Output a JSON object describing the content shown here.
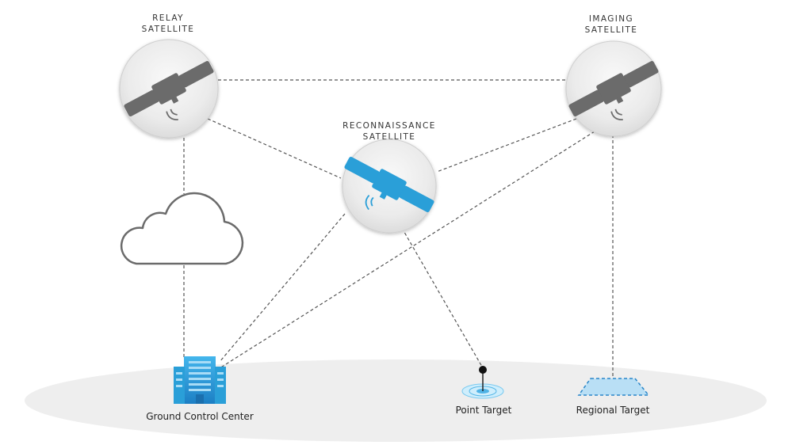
{
  "satellites": {
    "relay": {
      "line1": "RELAY",
      "line2": "SATELLITE"
    },
    "imaging": {
      "line1": "IMAGING",
      "line2": "SATELLITE"
    },
    "reconnaissance": {
      "line1": "RECONNAISSANCE",
      "line2": "SATELLITE"
    }
  },
  "ground": {
    "control_center": "Ground Control Center",
    "point_target": "Point Target",
    "regional_target": "Regional Target"
  },
  "colors": {
    "highlight": "#2a9fd8",
    "neutral": "#6b6b6b",
    "ground": "#eeeeee"
  }
}
